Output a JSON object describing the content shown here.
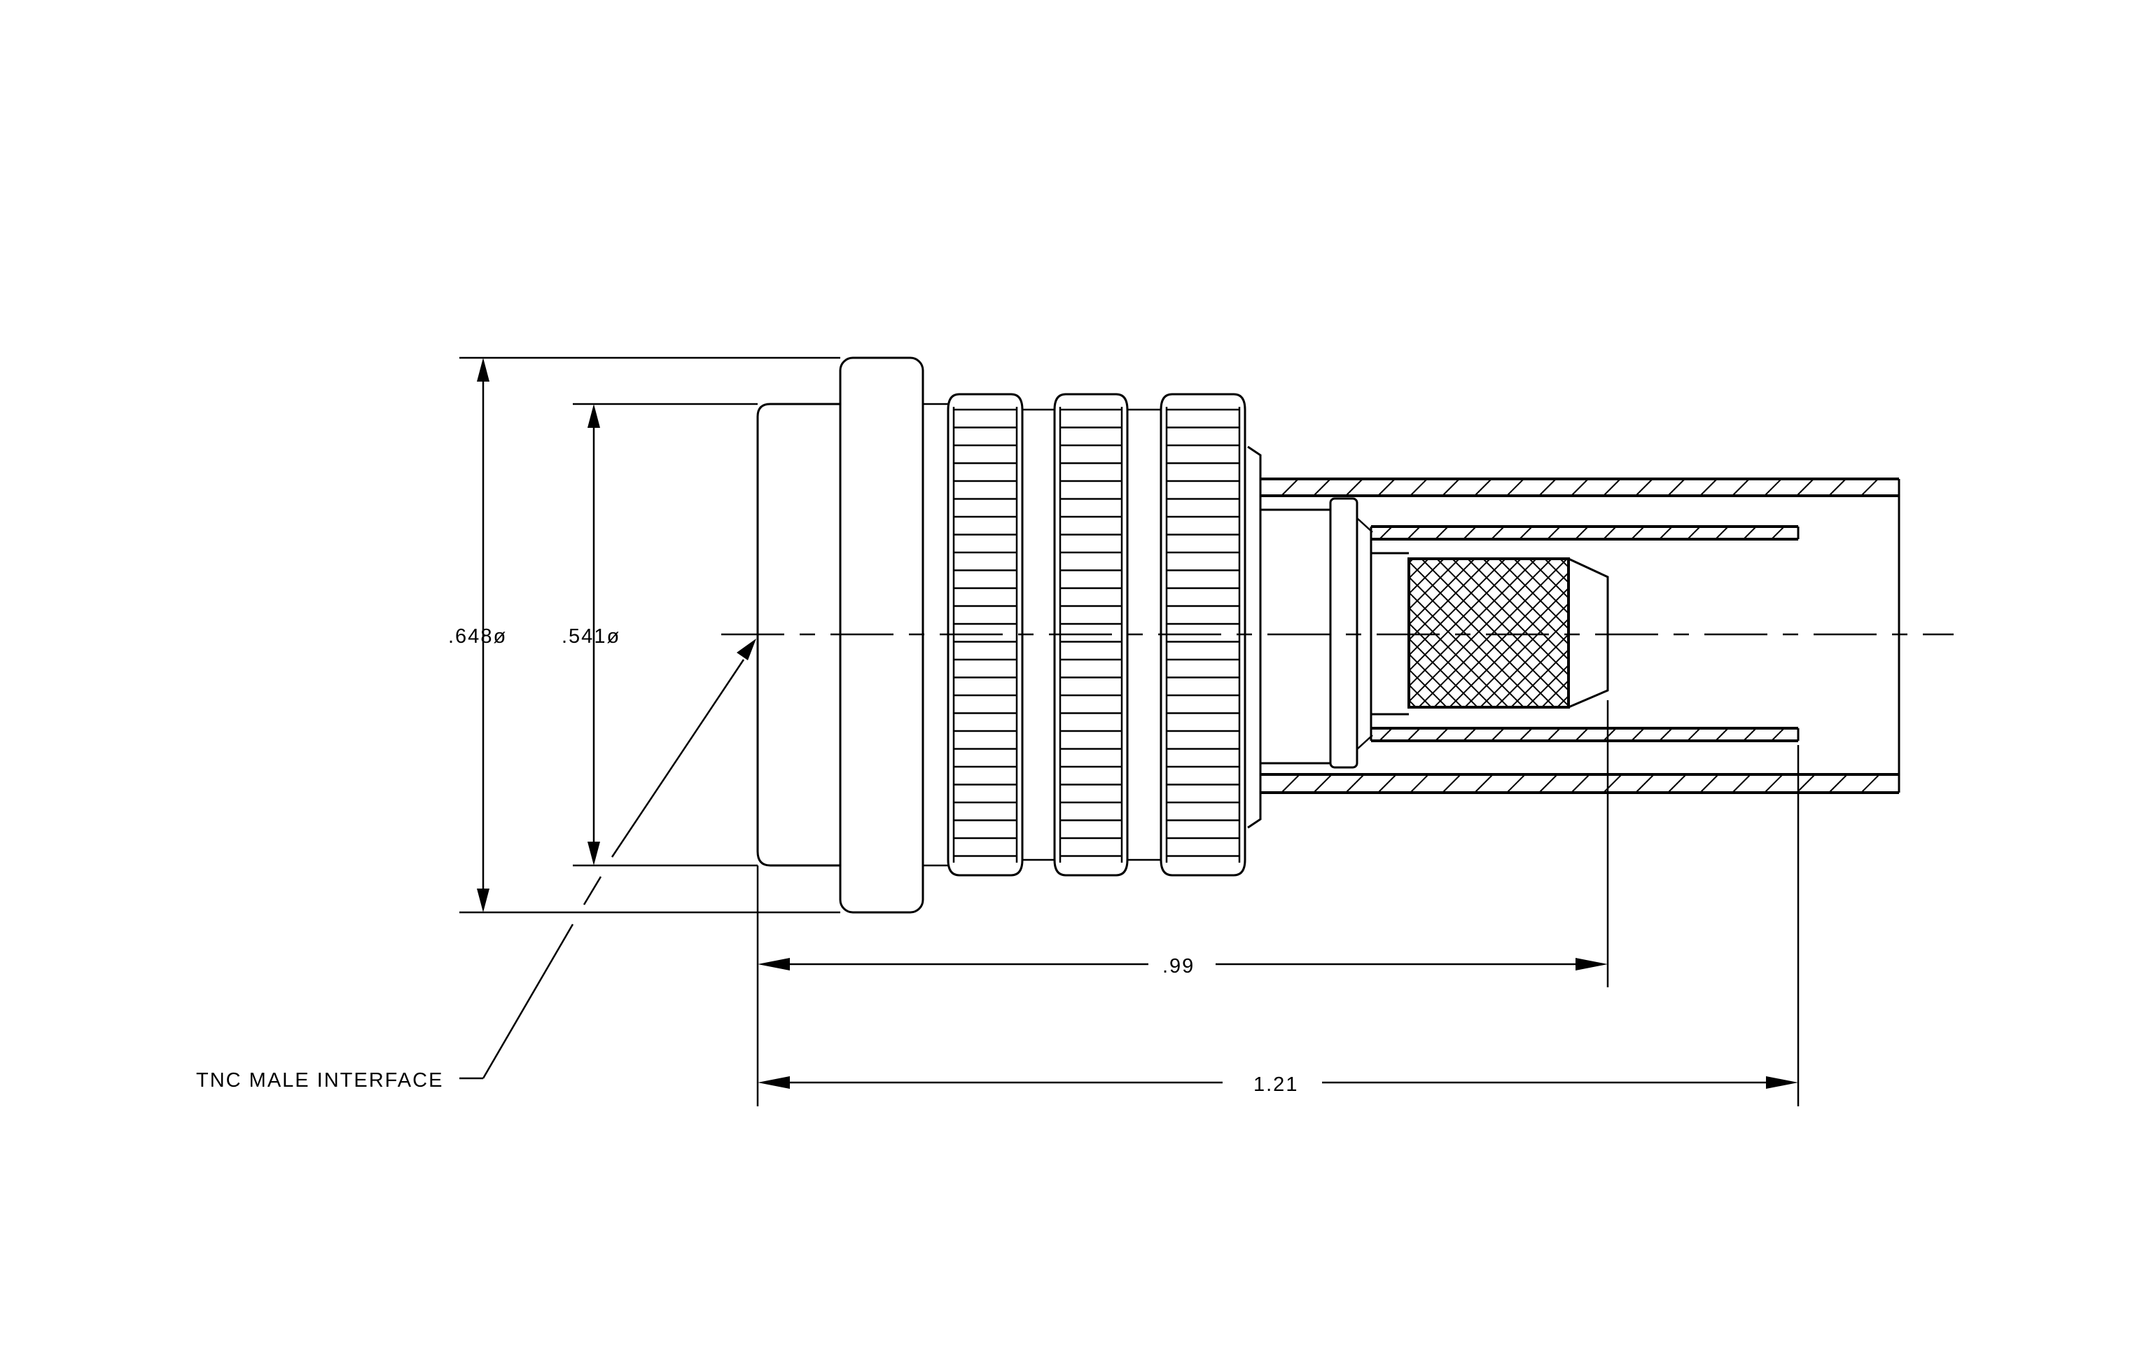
{
  "labels": {
    "dim_outer_diameter": ".648ø",
    "dim_inner_diameter": ".541ø",
    "dim_length_short": ".99",
    "dim_length_long": "1.21",
    "callout_interface": "TNC MALE INTERFACE"
  }
}
